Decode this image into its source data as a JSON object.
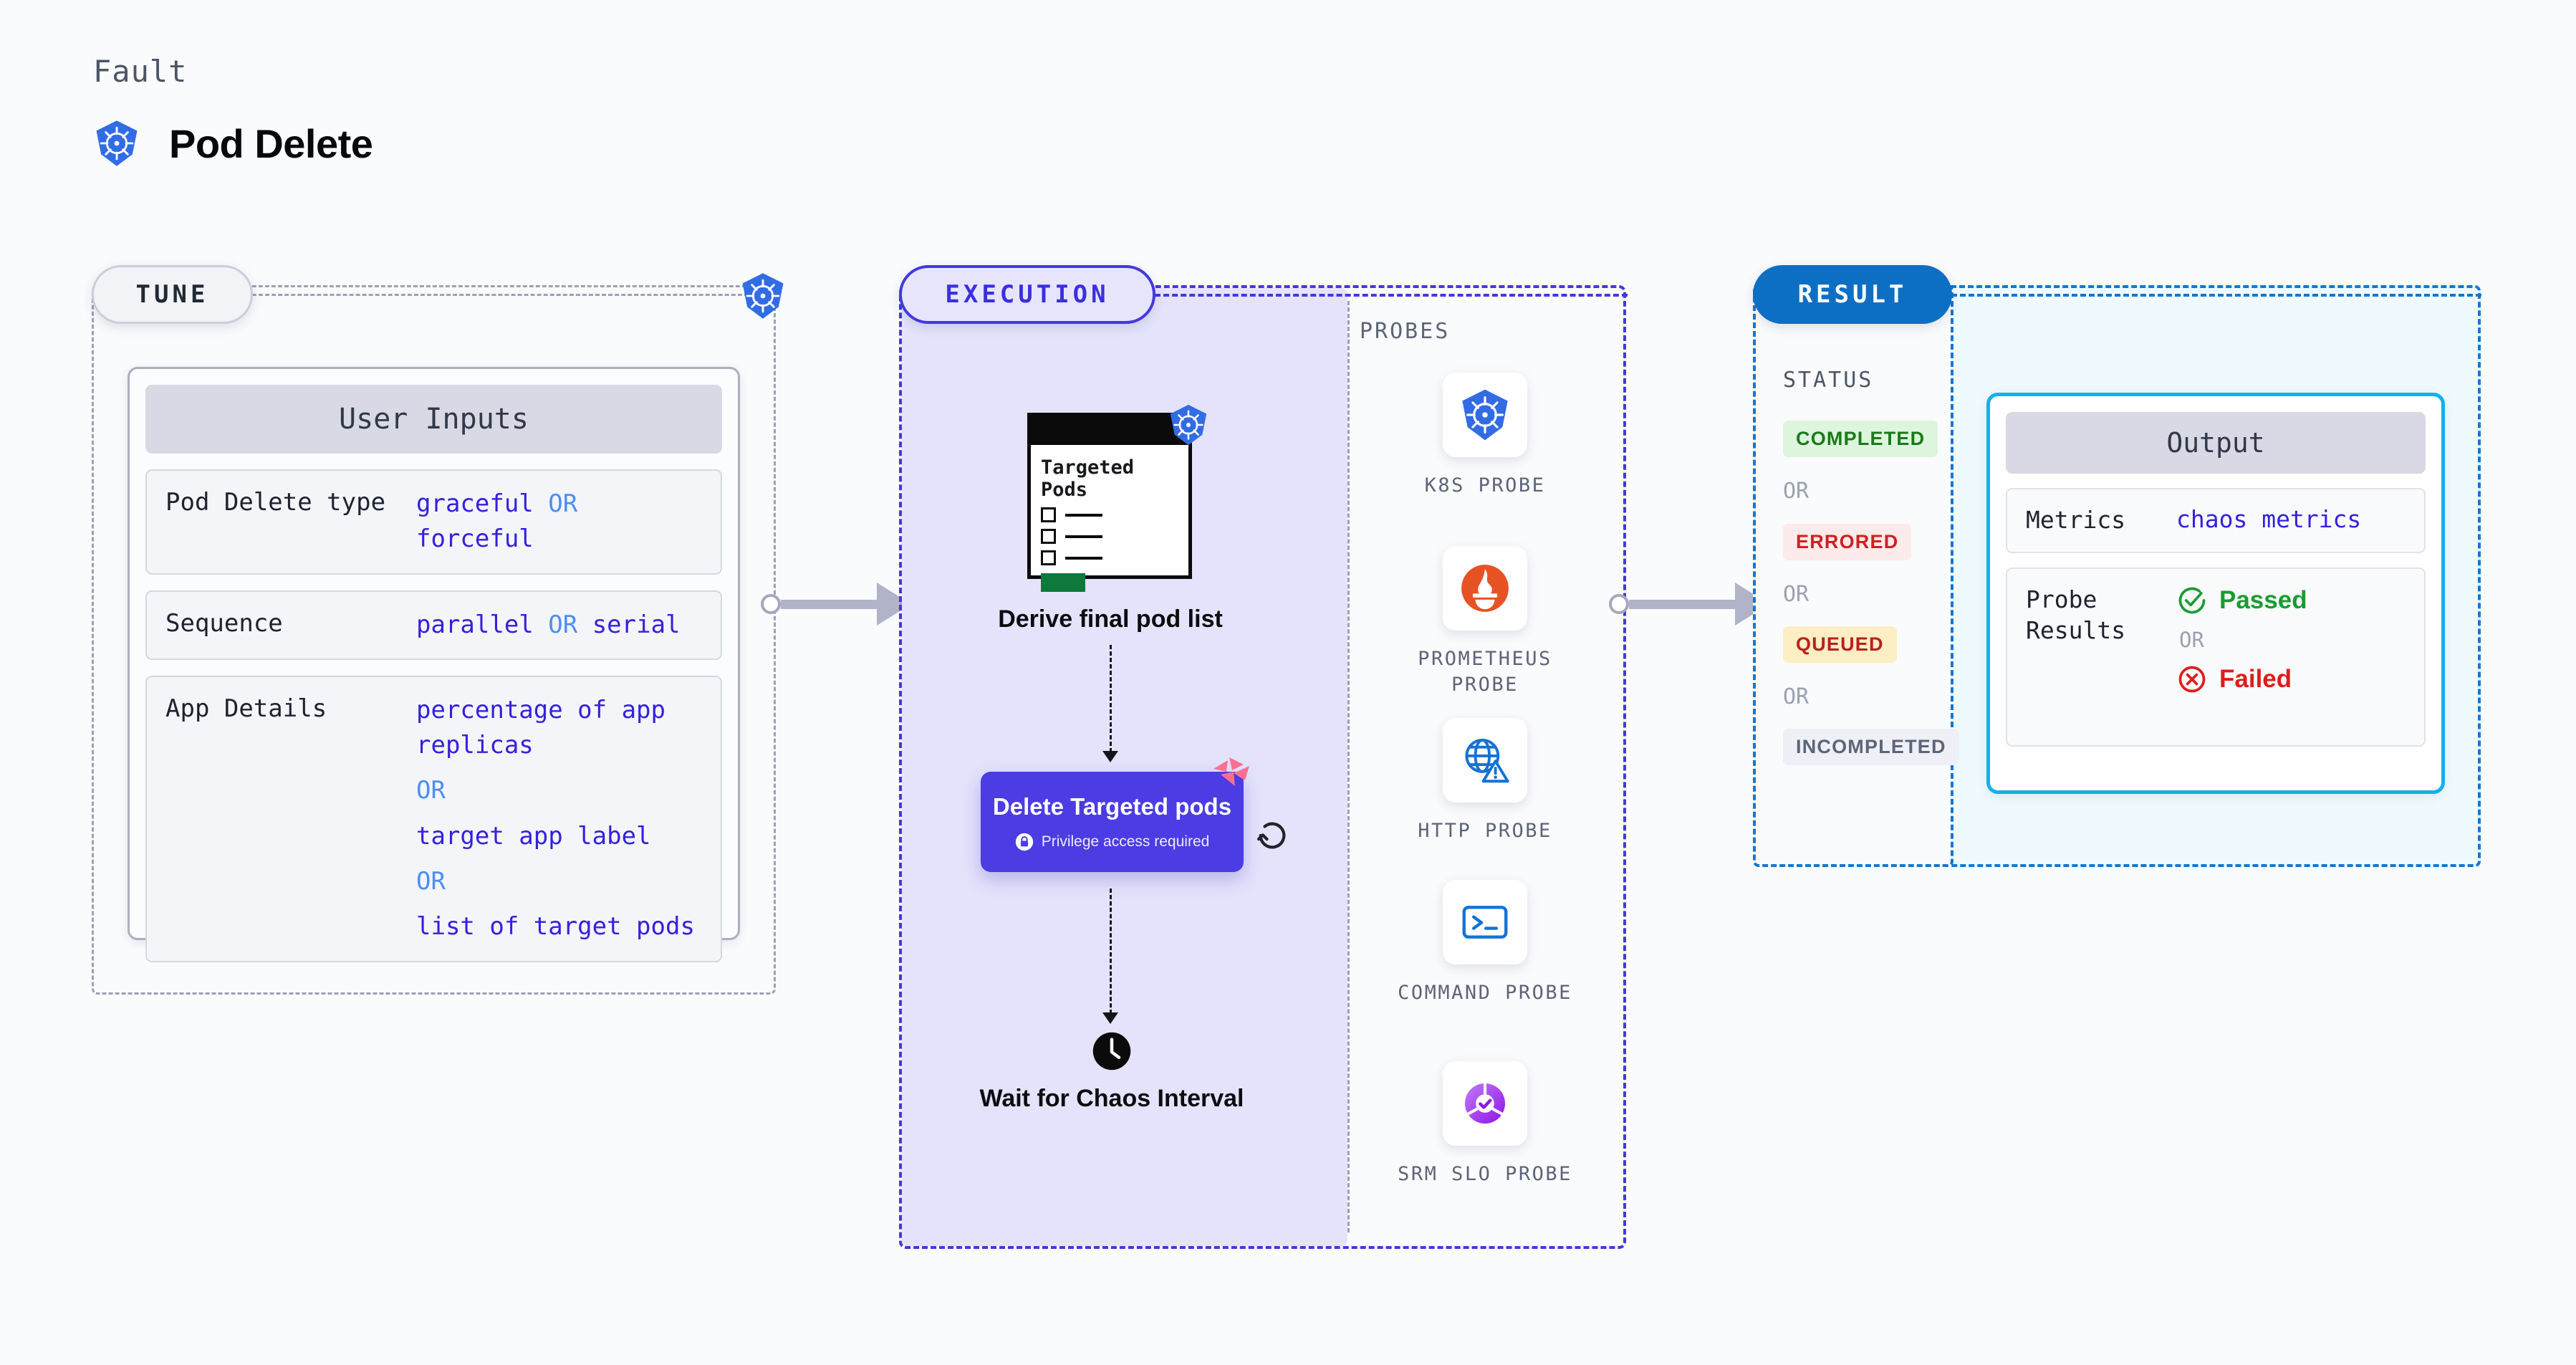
{
  "header": {
    "eyebrow": "Fault",
    "title": "Pod Delete",
    "icon": "kubernetes-icon"
  },
  "tune": {
    "badge": "TUNE",
    "k8s_icon": "kubernetes-icon",
    "card_title": "User Inputs",
    "rows": [
      {
        "label": "Pod Delete type",
        "inline": true,
        "values": [
          "graceful",
          "forceful"
        ],
        "separator": "OR"
      },
      {
        "label": "Sequence",
        "inline": true,
        "values": [
          "parallel",
          "serial"
        ],
        "separator": "OR"
      },
      {
        "label": "App Details",
        "inline": false,
        "values": [
          "percentage of app replicas",
          "target app label",
          "list of target pods"
        ],
        "separator": "OR"
      }
    ]
  },
  "execution": {
    "badge": "EXECUTION",
    "nodes": {
      "pods_card": {
        "title": "Targeted Pods",
        "k8s_icon": "kubernetes-icon",
        "checkbox_rows": 3,
        "caption": "Derive final pod list"
      },
      "delete_node": {
        "title": "Delete Targeted pods",
        "privilege_text": "Privilege access required",
        "lock_icon": "lock-icon",
        "ribbon_icon": "litmus-chaos-icon",
        "loop_icon": "loop-repeat-icon"
      },
      "wait_node": {
        "caption": "Wait for Chaos Interval",
        "icon": "clock-icon"
      }
    },
    "probes": {
      "title": "PROBES",
      "items": [
        {
          "name": "K8S PROBE",
          "icon": "kubernetes-icon"
        },
        {
          "name": "PROMETHEUS PROBE",
          "icon": "prometheus-icon"
        },
        {
          "name": "HTTP PROBE",
          "icon": "http-globe-warning-icon"
        },
        {
          "name": "COMMAND PROBE",
          "icon": "terminal-icon"
        },
        {
          "name": "SRM SLO PROBE",
          "icon": "srm-slo-donut-check-icon"
        }
      ]
    }
  },
  "result": {
    "badge": "RESULT",
    "status_title": "STATUS",
    "separator": "OR",
    "statuses": [
      {
        "label": "COMPLETED",
        "bg": "#ddf5dd",
        "fg": "#1a7a1a"
      },
      {
        "label": "ERRORED",
        "bg": "#fdeaea",
        "fg": "#cf2020"
      },
      {
        "label": "QUEUED",
        "bg": "#fdeec4",
        "fg": "#b8201f"
      },
      {
        "label": "INCOMPLETED",
        "bg": "#eef0f5",
        "fg": "#5c6478"
      }
    ],
    "output": {
      "title": "Output",
      "metrics_label": "Metrics",
      "metrics_value": "chaos metrics",
      "probe_results_label": "Probe Results",
      "passed_label": "Passed",
      "failed_label": "Failed",
      "passed_icon": "check-circle-icon",
      "failed_icon": "x-circle-icon",
      "separator": "OR"
    }
  },
  "colors": {
    "kubernetes_blue": "#326ce5",
    "execution_purple": "#4338e0",
    "result_blue": "#0d6fc4",
    "output_cyan": "#13b0ec",
    "value_indigo": "#3421dd",
    "or_blue": "#4d8ff2",
    "pass_green": "#1a9b32",
    "fail_red": "#e01b1b",
    "litmus_pink": "#fb6f92"
  }
}
